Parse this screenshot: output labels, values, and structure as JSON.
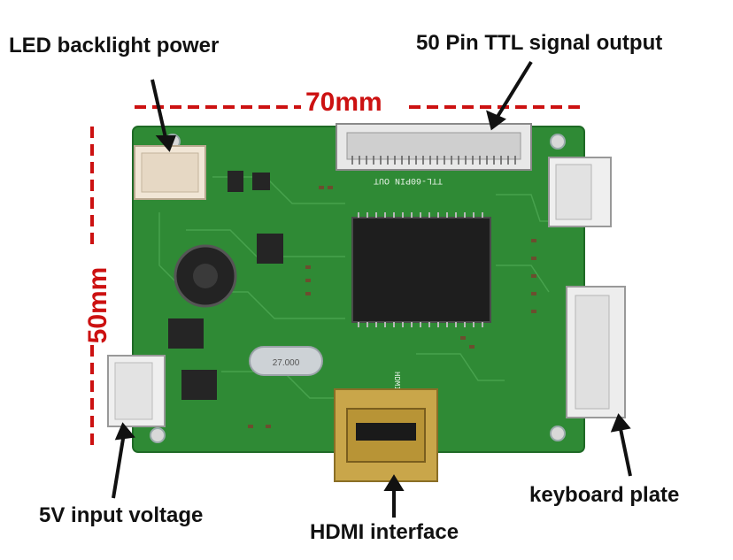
{
  "labels": {
    "led_backlight_power": "LED backlight power",
    "ttl_signal_output": "50 Pin TTL signal output",
    "input_voltage": "5V input voltage",
    "hdmi_interface": "HDMI interface",
    "keyboard_plate": "keyboard plate"
  },
  "dimensions": {
    "width": "70mm",
    "height": "50mm"
  },
  "board_markings": {
    "ttl_connector": "TTL-60PIN OUT",
    "hdmi_in": "HDMI IN",
    "crystal": "27.000"
  },
  "colors": {
    "pcb": "#2f8a35",
    "pcb_dark": "#1f6a26",
    "dimension": "#cc1111",
    "text": "#111111"
  }
}
